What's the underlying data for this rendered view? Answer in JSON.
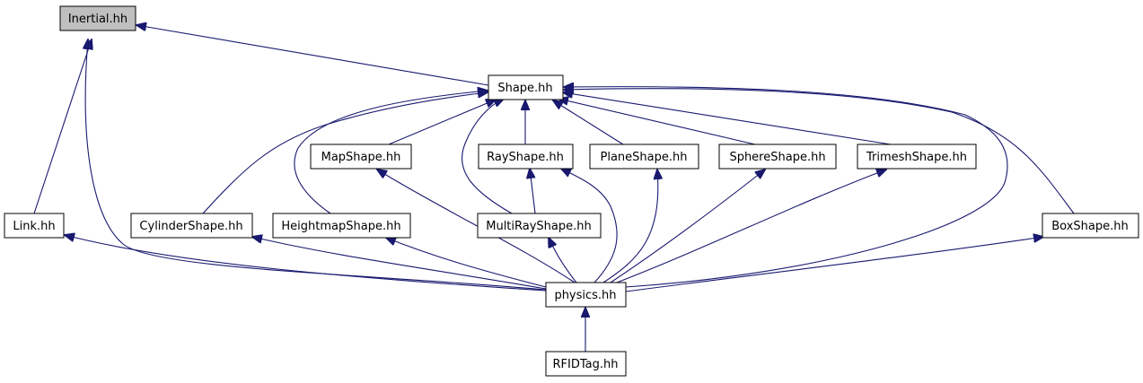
{
  "colors": {
    "edge": "#191970",
    "node_fill": "#ffffff",
    "root_fill": "#bfbfbf",
    "border": "#000000"
  },
  "nodes": {
    "inertial": "Inertial.hh",
    "shape": "Shape.hh",
    "mapshape": "MapShape.hh",
    "rayshape": "RayShape.hh",
    "planeshape": "PlaneShape.hh",
    "sphereshape": "SphereShape.hh",
    "trimeshshape": "TrimeshShape.hh",
    "link": "Link.hh",
    "cylindershape": "CylinderShape.hh",
    "heightmapshape": "HeightmapShape.hh",
    "multirayshape": "MultiRayShape.hh",
    "boxshape": "BoxShape.hh",
    "physics": "physics.hh",
    "rfidtag": "RFIDTag.hh"
  },
  "edges": [
    [
      "shape",
      "inertial"
    ],
    [
      "link",
      "inertial"
    ],
    [
      "physics",
      "inertial"
    ],
    [
      "mapshape",
      "shape"
    ],
    [
      "rayshape",
      "shape"
    ],
    [
      "planeshape",
      "shape"
    ],
    [
      "sphereshape",
      "shape"
    ],
    [
      "trimeshshape",
      "shape"
    ],
    [
      "cylindershape",
      "shape"
    ],
    [
      "heightmapshape",
      "shape"
    ],
    [
      "multirayshape",
      "shape"
    ],
    [
      "boxshape",
      "shape"
    ],
    [
      "physics",
      "shape"
    ],
    [
      "multirayshape",
      "rayshape"
    ],
    [
      "physics",
      "link"
    ],
    [
      "physics",
      "cylindershape"
    ],
    [
      "physics",
      "heightmapshape"
    ],
    [
      "physics",
      "mapshape"
    ],
    [
      "physics",
      "multirayshape"
    ],
    [
      "physics",
      "rayshape"
    ],
    [
      "physics",
      "planeshape"
    ],
    [
      "physics",
      "sphereshape"
    ],
    [
      "physics",
      "trimeshshape"
    ],
    [
      "physics",
      "boxshape"
    ],
    [
      "rfidtag",
      "physics"
    ]
  ]
}
